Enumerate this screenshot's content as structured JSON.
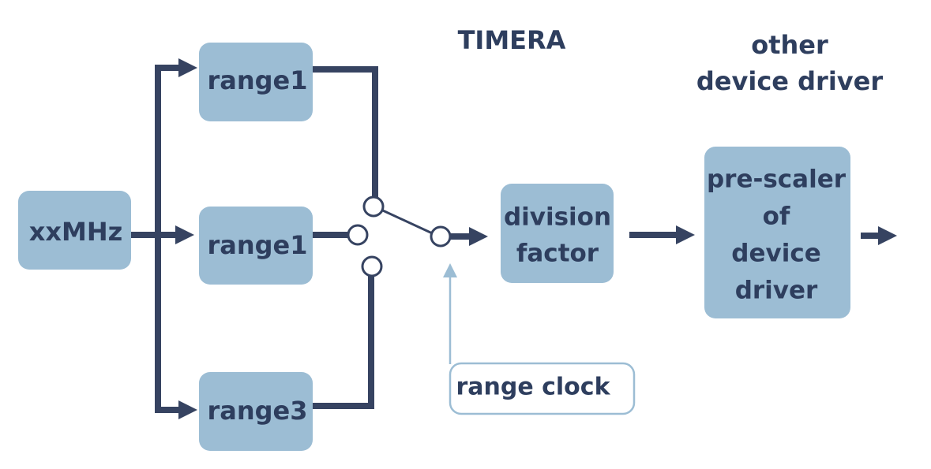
{
  "headers": {
    "timera": "TIMERA",
    "other_line1": "other",
    "other_line2": "device driver"
  },
  "blocks": {
    "source": "xxMHz",
    "range_top": "range1",
    "range_mid": "range1",
    "range_bottom": "range3",
    "division_line1": "division",
    "division_line2": "factor",
    "prescaler_line1": "pre-scaler",
    "prescaler_line2": "of",
    "prescaler_line3": "device",
    "prescaler_line4": "driver"
  },
  "callout": {
    "label": "range clock"
  },
  "colors": {
    "block_fill": "#9cbdd4",
    "text": "#2e3e5e",
    "wire": "#364361",
    "callout_stroke": "#9cbdd4"
  }
}
